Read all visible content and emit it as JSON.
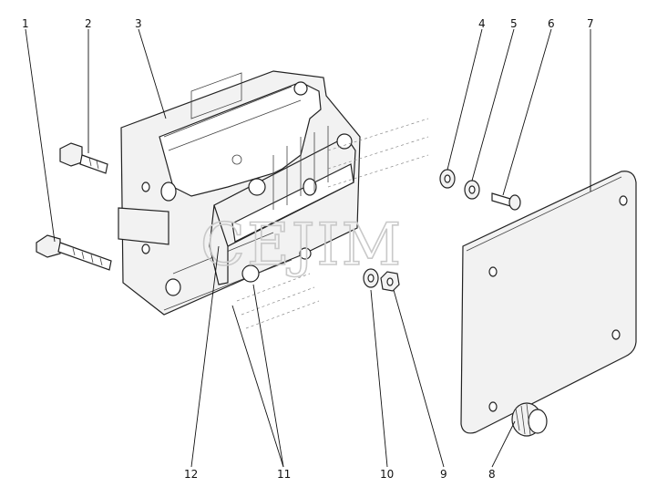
{
  "diagram": {
    "watermark": "CEJIM",
    "callouts": [
      {
        "id": "c1",
        "label": "1"
      },
      {
        "id": "c2",
        "label": "2"
      },
      {
        "id": "c3",
        "label": "3"
      },
      {
        "id": "c4",
        "label": "4"
      },
      {
        "id": "c5",
        "label": "5"
      },
      {
        "id": "c6",
        "label": "6"
      },
      {
        "id": "c7",
        "label": "7"
      },
      {
        "id": "c8",
        "label": "8"
      },
      {
        "id": "c9",
        "label": "9"
      },
      {
        "id": "c10",
        "label": "10"
      },
      {
        "id": "c11",
        "label": "11"
      },
      {
        "id": "c12",
        "label": "12"
      }
    ]
  }
}
